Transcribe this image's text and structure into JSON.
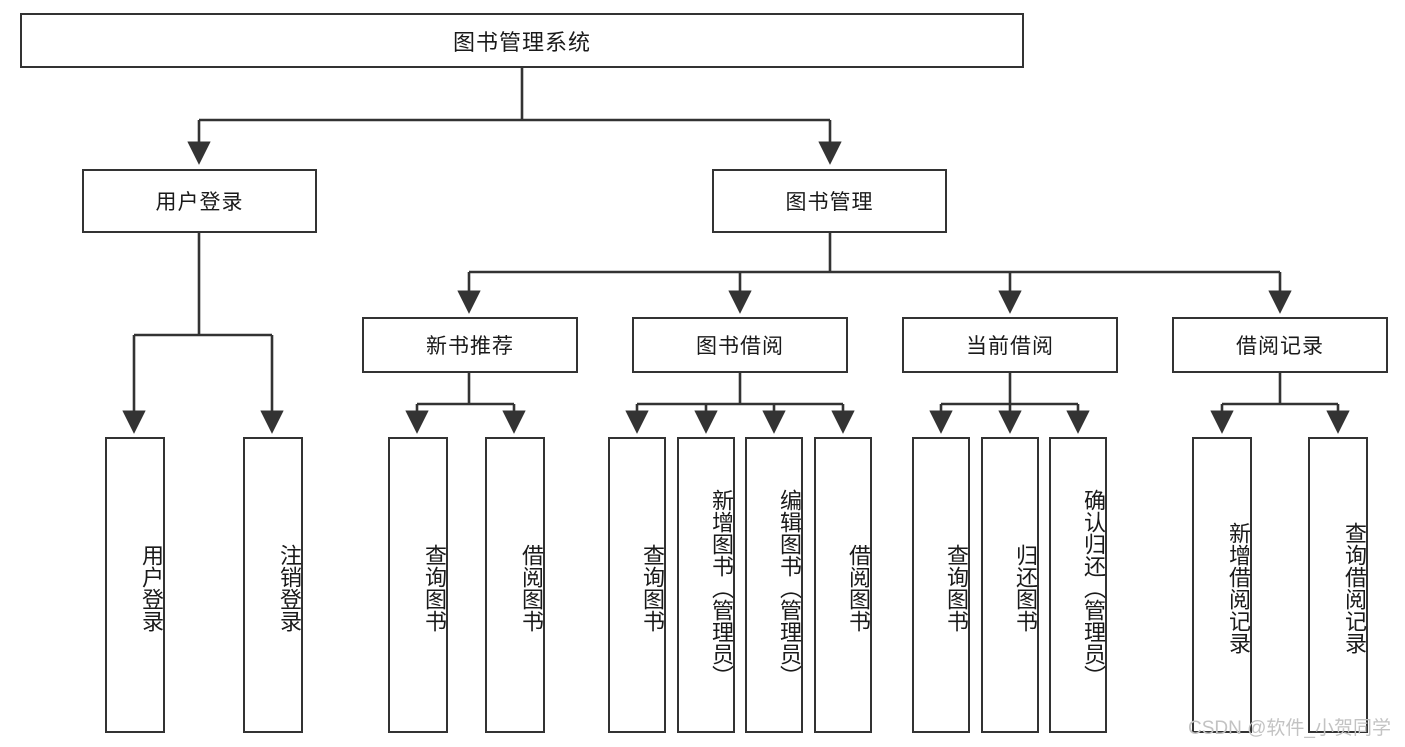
{
  "diagram": {
    "title": "图书管理系统",
    "type": "functional-hierarchy-tree",
    "watermark": "CSDN @软件_小贺同学",
    "colors": {
      "box_border": "#333333",
      "box_fill": "#ffffff",
      "connector": "#333333",
      "text": "#1a1a1a",
      "watermark": "#c3c3c3",
      "background": "#ffffff"
    }
  },
  "nodes": {
    "root": {
      "label": "图书管理系统"
    },
    "level2": [
      {
        "id": "user-login",
        "label": "用户登录"
      },
      {
        "id": "book-manage",
        "label": "图书管理"
      }
    ],
    "level3": [
      {
        "id": "new-book-rec",
        "label": "新书推荐"
      },
      {
        "id": "book-borrow",
        "label": "图书借阅"
      },
      {
        "id": "current-borrow",
        "label": "当前借阅"
      },
      {
        "id": "borrow-record",
        "label": "借阅记录"
      }
    ],
    "leaves": {
      "user_login": [
        {
          "id": "leaf-user-login",
          "label": "用户登录"
        },
        {
          "id": "leaf-logout-login",
          "label": "注销登录"
        }
      ],
      "new_book_rec": [
        {
          "id": "leaf-query-book-1",
          "label": "查询图书"
        },
        {
          "id": "leaf-borrow-book-1",
          "label": "借阅图书"
        }
      ],
      "book_borrow": [
        {
          "id": "leaf-query-book-2",
          "label": "查询图书"
        },
        {
          "id": "leaf-add-book",
          "label": "新增图书（管理员）"
        },
        {
          "id": "leaf-edit-book",
          "label": "编辑图书（管理员）"
        },
        {
          "id": "leaf-borrow-book-2",
          "label": "借阅图书"
        }
      ],
      "current_borrow": [
        {
          "id": "leaf-query-book-3",
          "label": "查询图书"
        },
        {
          "id": "leaf-return-book",
          "label": "归还图书"
        },
        {
          "id": "leaf-confirm-return",
          "label": "确认归还（管理员）"
        }
      ],
      "borrow_record": [
        {
          "id": "leaf-add-record",
          "label": "新增借阅记录"
        },
        {
          "id": "leaf-query-record",
          "label": "查询借阅记录"
        }
      ]
    }
  }
}
